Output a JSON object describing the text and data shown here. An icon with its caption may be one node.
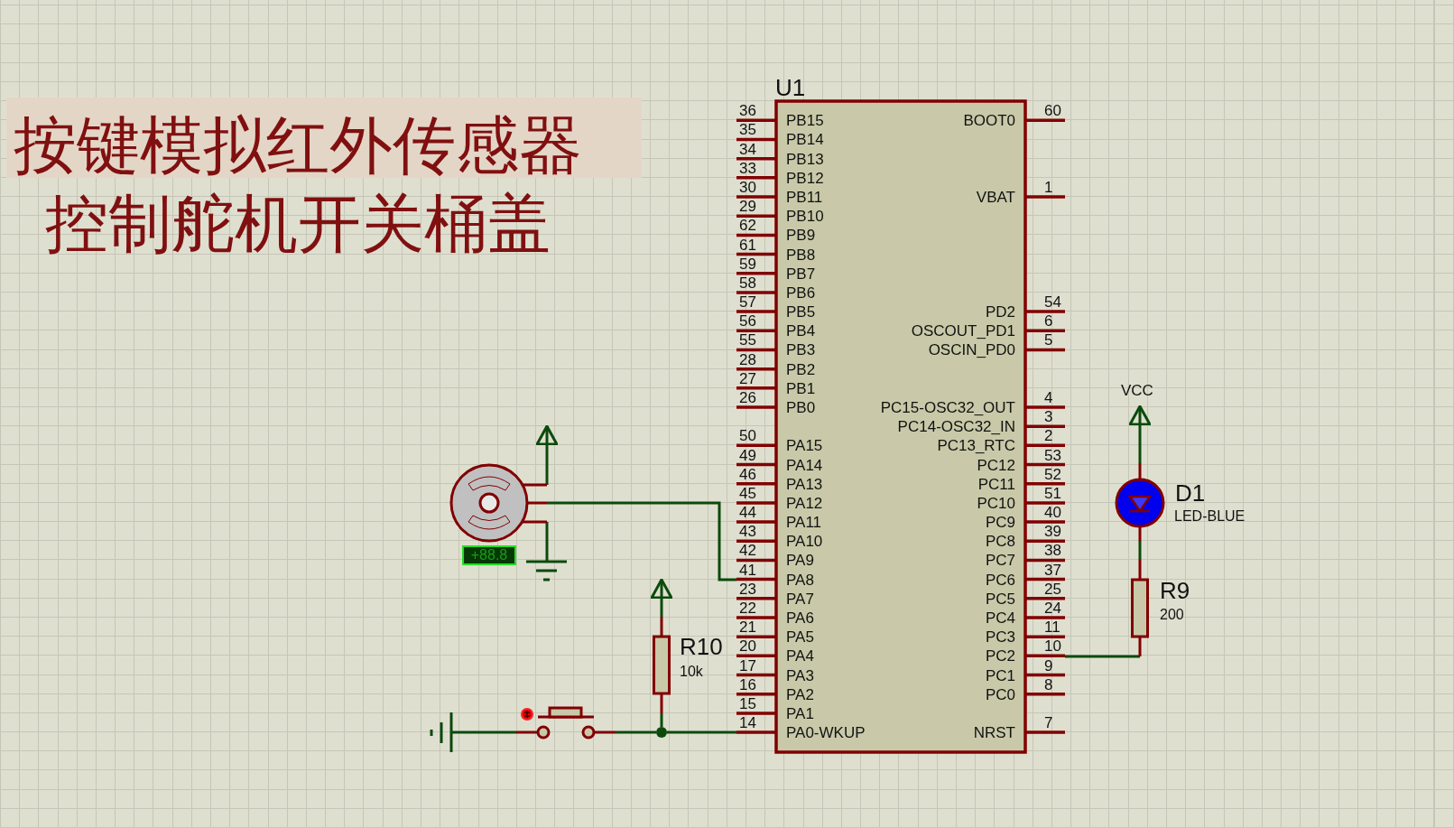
{
  "diagram": {
    "title": "按键模拟红外传感器控制舵机开关桶盖",
    "nodes": [
      {
        "text": [
          "U1"
        ]
      },
      {
        "text": [],
        "shape": "picture",
        "beside": [
          "+88.8"
        ]
      },
      {
        "text": [],
        "shape": "ground"
      },
      {
        "text": [],
        "shape": "ground"
      },
      {
        "text": [],
        "shape": "picture"
      },
      {
        "text": [],
        "shape": "circle"
      },
      {
        "text": [
          "R10",
          "10k"
        ]
      },
      {
        "text": [
          "VCC"
        ]
      },
      {
        "text": [
          "D1",
          "LED-BLUE"
        ]
      },
      {
        "text": [
          "R9",
          "200"
        ]
      }
    ],
    "edges": [
      {
        "from": 1,
        "to": null,
        "arrow": "to"
      },
      {
        "from": 1,
        "to": 0,
        "arrow": "none"
      },
      {
        "from": 1,
        "to": 2,
        "arrow": "none"
      },
      {
        "from": 3,
        "to": 4,
        "arrow": "none"
      },
      {
        "from": 4,
        "to": 5,
        "arrow": "none"
      },
      {
        "from": 6,
        "to": null,
        "arrow": "to"
      },
      {
        "from": 6,
        "to": 5,
        "arrow": "none"
      },
      {
        "from": 5,
        "to": 0,
        "arrow": "none"
      },
      {
        "from": 8,
        "to": 7,
        "arrow": "to"
      },
      {
        "from": 8,
        "to": 9,
        "arrow": "none"
      },
      {
        "from": 9,
        "to": 0,
        "arrow": "none"
      }
    ],
    "labels": [
      "36",
      "PB15",
      "BOOT0",
      "60",
      "35",
      "PB14",
      "34",
      "PB13",
      "33",
      "PB12",
      "30",
      "PB11",
      "VBAT",
      "1",
      "29",
      "PB10",
      "62",
      "PB9",
      "61",
      "PB8",
      "59",
      "PB7",
      "58",
      "PB6",
      "57",
      "PB5",
      "PD2",
      "54",
      "56",
      "PB4",
      "OSCOUT_PD1",
      "6",
      "55",
      "PB3",
      "OSCIN_PD0",
      "5",
      "28",
      "PB2",
      "27",
      "PB1",
      "26",
      "PB0",
      "PC15-OSC32_OUT",
      "4",
      "PC14-OSC32_IN",
      "3",
      "50",
      "PA15",
      "PC13_RTC",
      "2",
      "49",
      "PA14",
      "PC12",
      "53",
      "46",
      "PA13",
      "PC11",
      "52",
      "45",
      "PA12",
      "PC10",
      "51",
      "44",
      "PA11",
      "PC9",
      "40",
      "43",
      "PA10",
      "PC8",
      "39",
      "42",
      "PA9",
      "PC7",
      "38",
      "41",
      "PA8",
      "PC6",
      "37",
      "23",
      "PA7",
      "PC5",
      "25",
      "22",
      "PA6",
      "PC4",
      "24",
      "21",
      "PA5",
      "PC3",
      "11",
      "20",
      "PA4",
      "PC2",
      "10",
      "17",
      "PA3",
      "PC1",
      "9",
      "16",
      "PA2",
      "PC0",
      "8",
      "15",
      "PA1",
      "14",
      "PA0-WKUP",
      "NRST",
      "7"
    ]
  }
}
